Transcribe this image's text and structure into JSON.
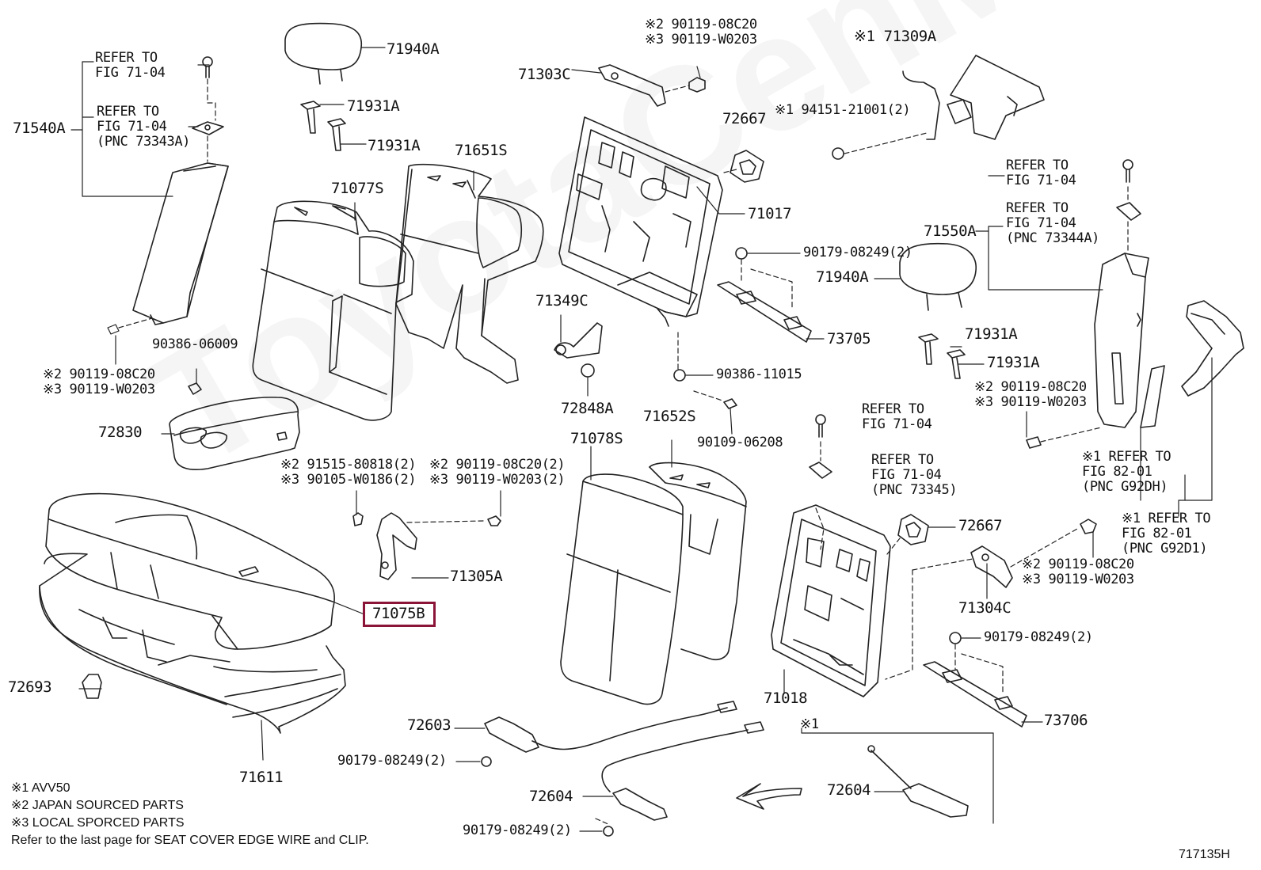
{
  "watermark": "ToyotaCenMinsk",
  "callouts": {
    "refer_fig_71_04_a": "REFER TO\nFIG 71-04",
    "refer_fig_71_04_pnc_73343a": "REFER TO\nFIG 71-04\n(PNC 73343A)",
    "p71540A": "71540A",
    "p71940A_top": "71940A",
    "p71931A_1": "71931A",
    "p71931A_2": "71931A",
    "p71651S": "71651S",
    "p71077S": "71077S",
    "p90386_06009": "90386-06009",
    "bolt_left": "※2 90119-08C20\n※3 90119-W0203",
    "p72830": "72830",
    "bolt_91515": "※2 91515-80818(2)\n※3 90105-W0186(2)",
    "bolt_08c20_2": "※2 90119-08C20(2)\n※3 90119-W0203(2)",
    "p71305A": "71305A",
    "p71075B": "71075B",
    "p72693": "72693",
    "p71611": "71611",
    "bolt_top_center": "※2 90119-08C20\n※3 90119-W0203",
    "p71303C": "71303C",
    "p72667_top": "72667",
    "p94151": "※1 94151-21001(2)",
    "p71309A": "※1 71309A",
    "p71017": "71017",
    "p90179_08249_a": "90179-08249(2)",
    "p71940A_right": "71940A",
    "p73705": "73705",
    "p71349C": "71349C",
    "p72848A": "72848A",
    "p90386_11015": "90386-11015",
    "p90109_06208": "90109-06208",
    "p71078S": "71078S",
    "p71652S": "71652S",
    "refer_fig_71_04_b": "REFER TO\nFIG 71-04",
    "refer_fig_71_04_pnc_73344a": "REFER TO\nFIG 71-04\n(PNC 73344A)",
    "p71550A": "71550A",
    "p71931A_3": "71931A",
    "p71931A_4": "71931A",
    "bolt_right": "※2 90119-08C20\n※3 90119-W0203",
    "refer_fig_71_04_c": "REFER TO\nFIG 71-04",
    "refer_fig_71_04_pnc_73345": "REFER TO\nFIG 71-04\n(PNC 73345)",
    "refer_fig_82_01_g92dh": "※1 REFER TO\nFIG 82-01\n(PNC G92DH)",
    "refer_fig_82_01_g92d1": "※1 REFER TO\nFIG 82-01\n(PNC G92D1)",
    "p72667_bottom": "72667",
    "bolt_71304": "※2 90119-08C20\n※3 90119-W0203",
    "p71304C": "71304C",
    "p90179_08249_b": "90179-08249(2)",
    "p71018": "71018",
    "p73706": "73706",
    "p72603": "72603",
    "p90179_08249_c": "90179-08249(2)",
    "p72604_left": "72604",
    "p90179_08249_d": "90179-08249(2)",
    "note_star1": "※1",
    "p72604_right": "72604"
  },
  "legend": {
    "line1": "※1 AVV50",
    "line2": "※2 JAPAN SOURCED PARTS",
    "line3": "※3 LOCAL SPORCED PARTS",
    "line4": "Refer to the last page for SEAT COVER EDGE WIRE and CLIP."
  },
  "figure_id": "717135H",
  "highlight_color": "#8b1538"
}
